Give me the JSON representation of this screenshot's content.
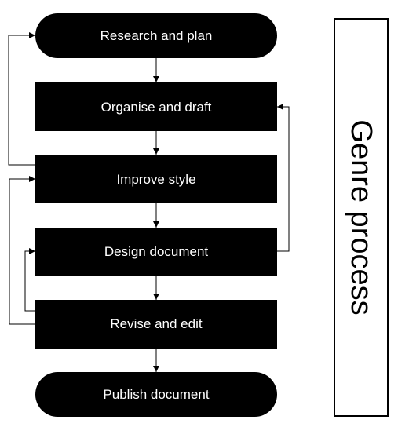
{
  "steps": [
    {
      "label": "Research and plan",
      "shape": "terminal"
    },
    {
      "label": "Organise and draft",
      "shape": "process"
    },
    {
      "label": "Improve style",
      "shape": "process"
    },
    {
      "label": "Design document",
      "shape": "process"
    },
    {
      "label": "Revise and edit",
      "shape": "process"
    },
    {
      "label": "Publish document",
      "shape": "terminal"
    }
  ],
  "side_panel": {
    "label": "Genre process"
  },
  "colors": {
    "node_fill": "#000000",
    "node_text": "#ffffff",
    "line": "#000000",
    "background": "#ffffff"
  }
}
